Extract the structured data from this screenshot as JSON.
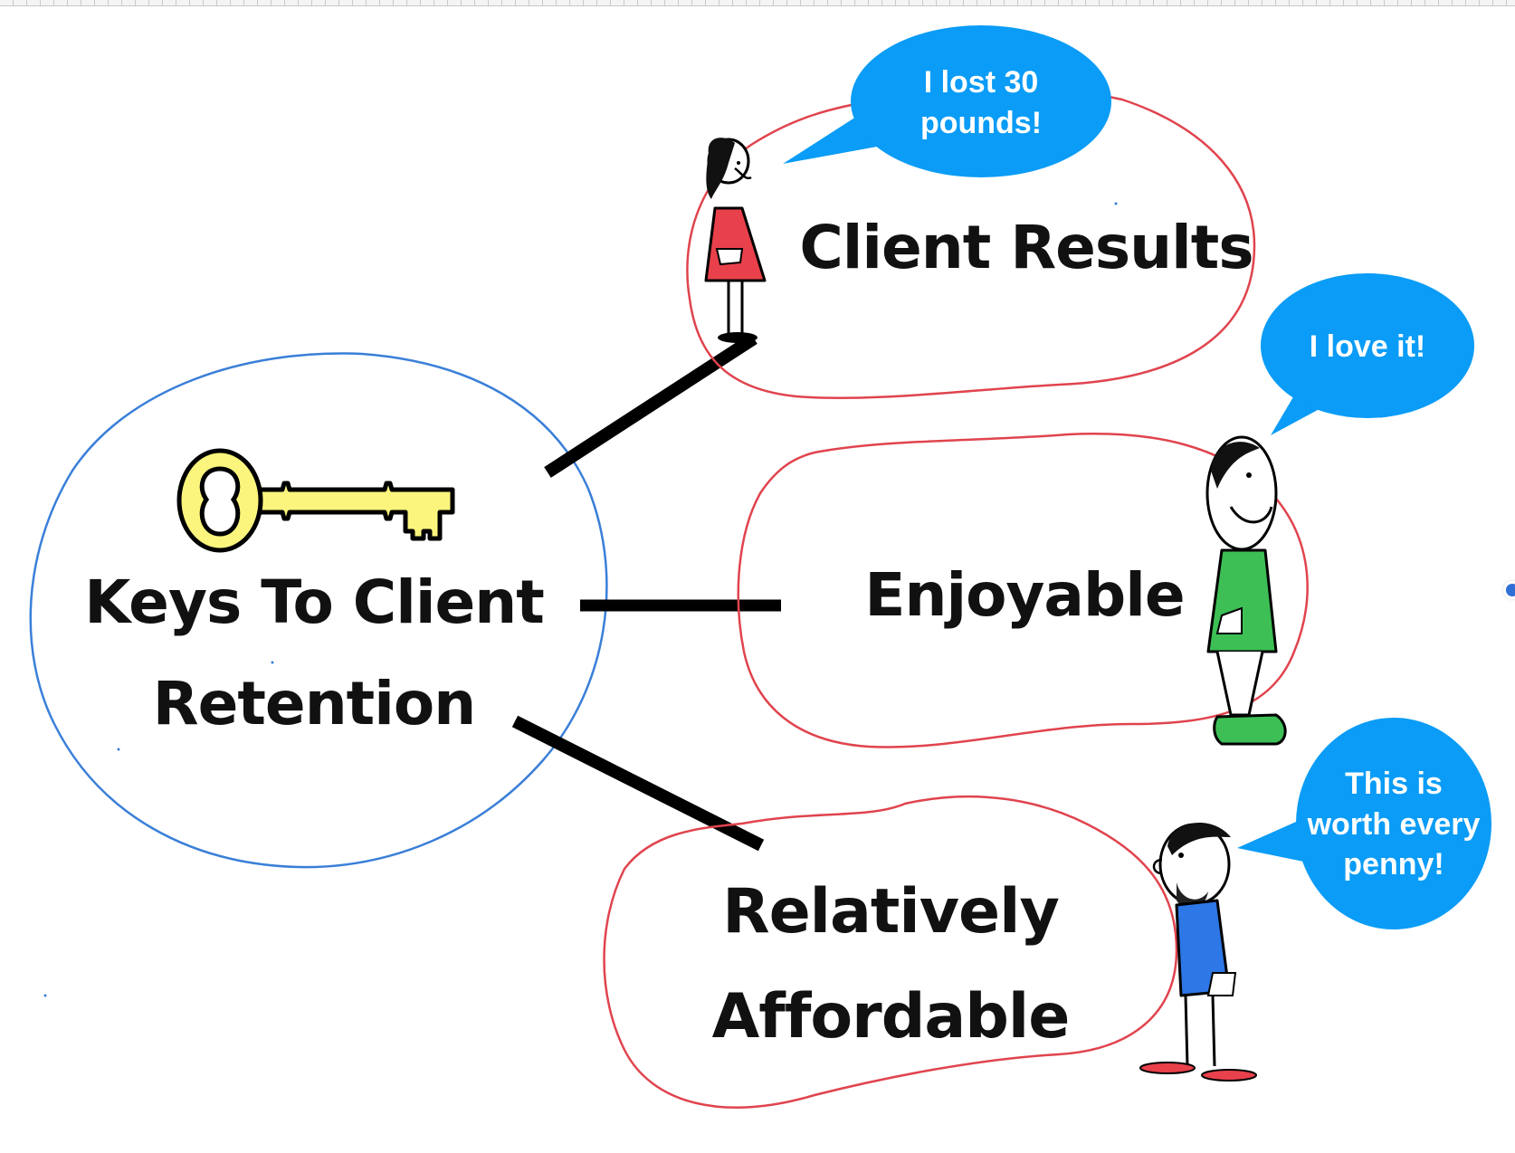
{
  "diagram": {
    "type": "mind-map",
    "central_node": {
      "label_lines": [
        "Keys To Client",
        "Retention"
      ],
      "icon": "key-icon",
      "outline_color": "#3a7fd8"
    },
    "branches": [
      {
        "label_lines": [
          "Client Results"
        ],
        "outline_color": "#e0444e",
        "character": "woman-red-dress",
        "speech_bubble": {
          "lines": [
            "I lost 30",
            "pounds!"
          ]
        }
      },
      {
        "label_lines": [
          "Enjoyable"
        ],
        "outline_color": "#e0444e",
        "character": "man-green-shirt",
        "speech_bubble": {
          "lines": [
            "I love it!"
          ]
        }
      },
      {
        "label_lines": [
          "Relatively",
          "Affordable"
        ],
        "outline_color": "#e0444e",
        "character": "man-blue-shirt-beard",
        "speech_bubble": {
          "lines": [
            "This is",
            "worth every",
            "penny!"
          ]
        }
      }
    ],
    "colors": {
      "bubble": "#0a9cf6",
      "connector": "#000000",
      "key_fill": "#fbf57d",
      "red_dress": "#e8414b",
      "green_shirt": "#3dbf55",
      "blue_shirt": "#2d77e6"
    }
  }
}
